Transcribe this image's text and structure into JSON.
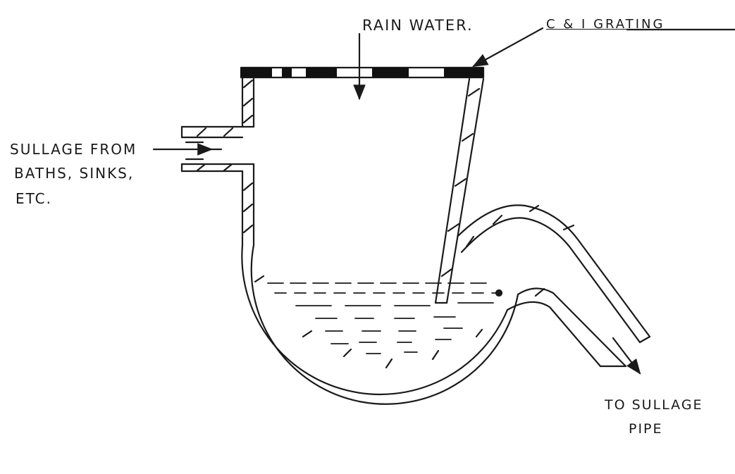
{
  "labels": {
    "rain_water": "RAIN WATER.",
    "grating": "C & I GRATING",
    "sullage_line1": "SULLAGE FROM",
    "sullage_line2": "BATHS, SINKS,",
    "sullage_line3": "ETC.",
    "outlet_line1": "TO SULLAGE",
    "outlet_line2": "PIPE"
  },
  "colors": {
    "ink": "#1a1a1a",
    "paper": "#ffffff",
    "grating_dark": "#111111"
  }
}
